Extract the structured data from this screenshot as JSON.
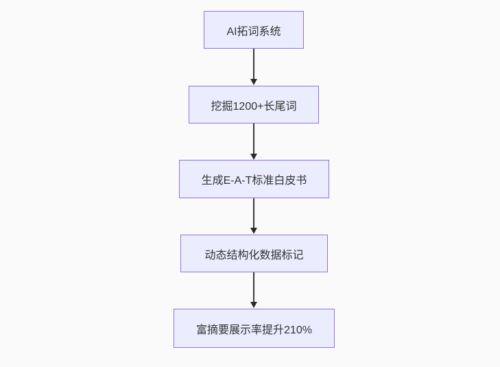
{
  "diagram": {
    "type": "flowchart",
    "direction": "top-down",
    "nodes": [
      {
        "id": "A",
        "label": "AI拓词系统"
      },
      {
        "id": "B",
        "label": "挖掘1200+长尾词"
      },
      {
        "id": "C",
        "label": "生成E-A-T标准白皮书"
      },
      {
        "id": "D",
        "label": "动态结构化数据标记"
      },
      {
        "id": "E",
        "label": "富摘要展示率提升210%"
      }
    ],
    "edges": [
      {
        "from": "A",
        "to": "B"
      },
      {
        "from": "B",
        "to": "C"
      },
      {
        "from": "C",
        "to": "D"
      },
      {
        "from": "D",
        "to": "E"
      }
    ],
    "colors": {
      "background": "#fafafa",
      "node_fill": "#ECECFF",
      "node_border": "#9370DB",
      "edge": "#3a3a3a",
      "arrowhead": "#2b2b2b",
      "text": "#333333"
    }
  }
}
